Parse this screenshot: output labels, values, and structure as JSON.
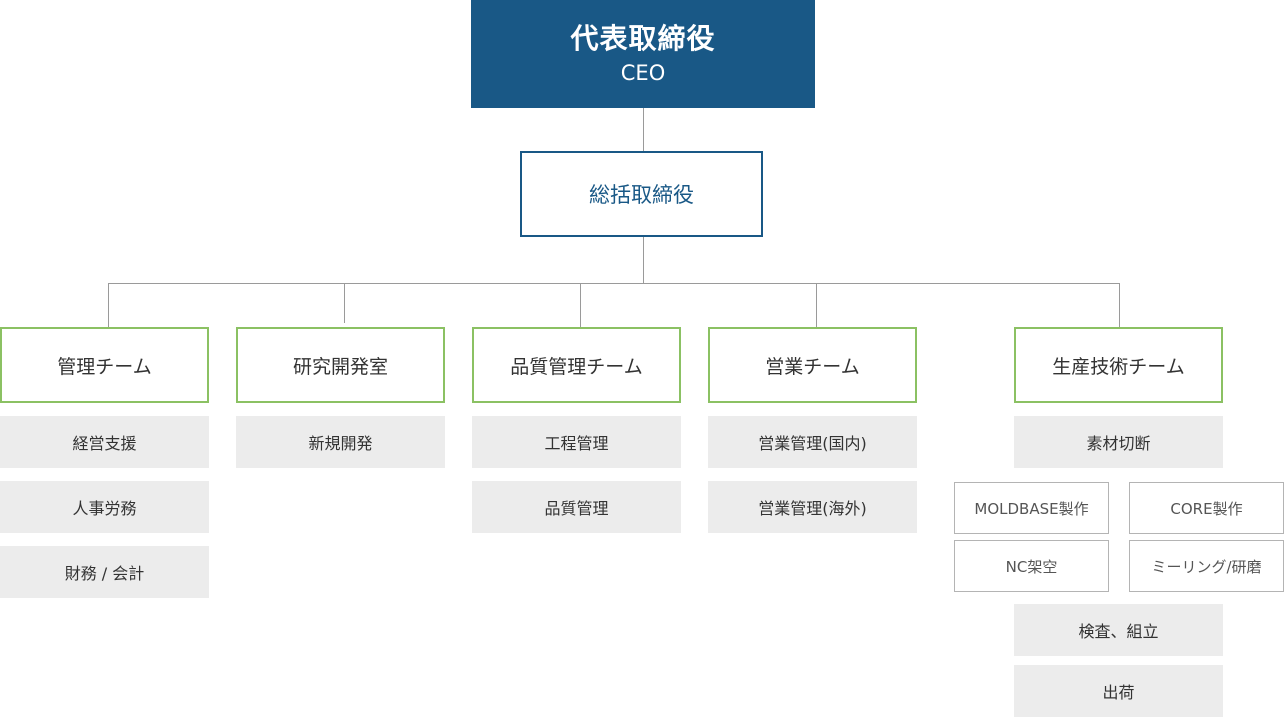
{
  "ceo": {
    "title_jp": "代表取締役",
    "title_en": "CEO"
  },
  "general_manager": {
    "label": "総括取締役"
  },
  "teams": [
    {
      "label": "管理チーム",
      "units": [
        "経営支援",
        "人事労務",
        "財務 / 会計"
      ]
    },
    {
      "label": "研究開発室",
      "units": [
        "新規開発"
      ]
    },
    {
      "label": "品質管理チーム",
      "units": [
        "工程管理",
        "品質管理"
      ]
    },
    {
      "label": "営業チーム",
      "units": [
        "営業管理(国内)",
        "営業管理(海外)"
      ]
    },
    {
      "label": "生産技術チーム",
      "units": [
        "素材切断",
        "検査、組立",
        "出荷"
      ],
      "processes": [
        "MOLDBASE製作",
        "CORE製作",
        "NC架空",
        "ミーリング/研磨"
      ]
    }
  ],
  "colors": {
    "ceo_bg": "#195886",
    "gm_border": "#195886",
    "team_border": "#8bc163",
    "unit_bg": "#ececec",
    "connector": "#9a9a9a"
  }
}
